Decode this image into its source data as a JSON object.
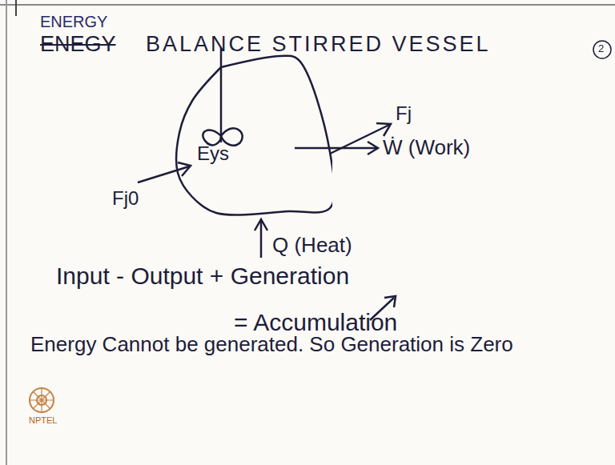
{
  "diagram": {
    "title": "BALANCE STIRRED VESSEL",
    "nodes": [
      {
        "text": [
          "Eys"
        ]
      }
    ],
    "labels": [
      "ENERGY",
      "ENEGY",
      "2",
      "Fj",
      "Ẇ (Work)",
      "Fj0",
      "Q (Heat)",
      "Input - Output + Generation",
      "= Accumulation",
      "Energy Cannot be generated. So Generation is Zero",
      "NPTEL"
    ]
  }
}
